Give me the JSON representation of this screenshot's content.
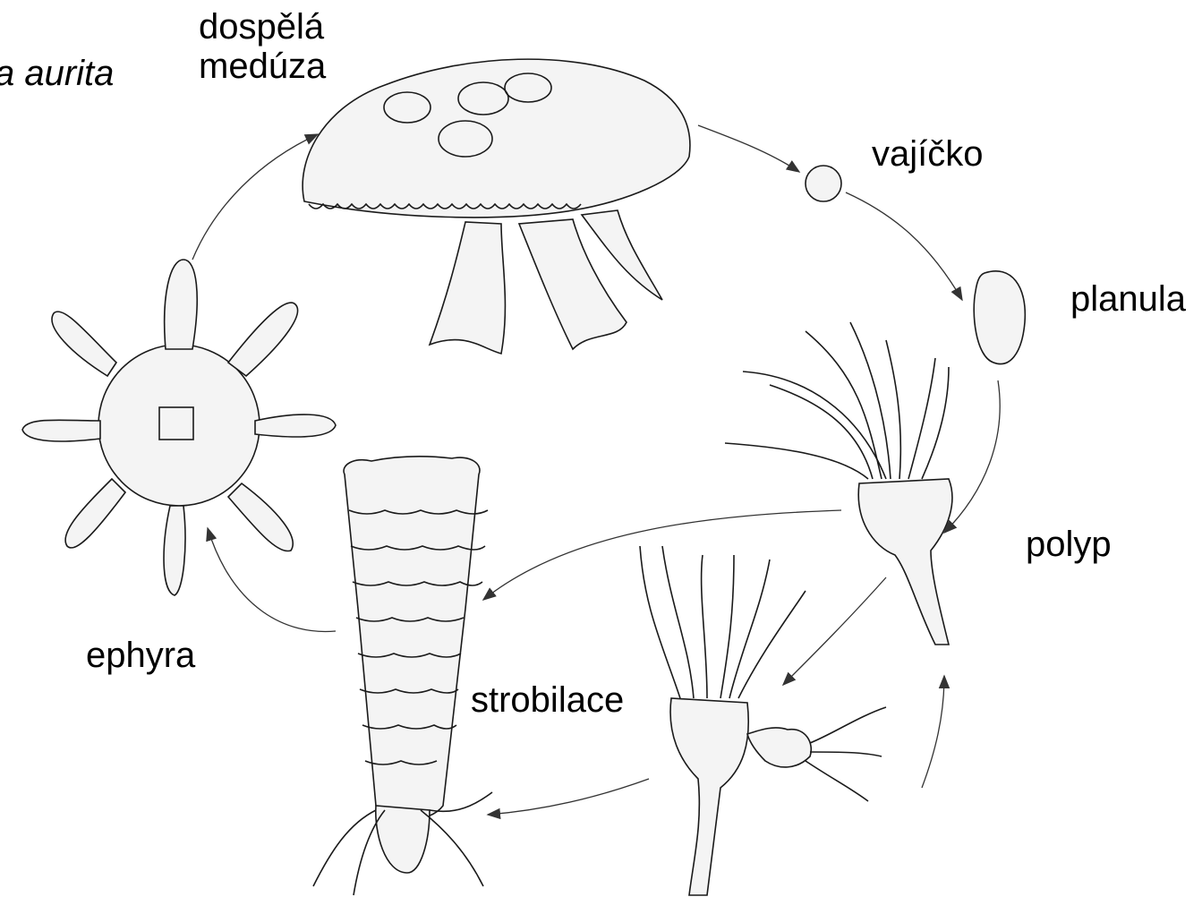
{
  "diagram": {
    "species_label": "a aurita",
    "stages": {
      "adult": "dospělá\nmedúza",
      "egg": "vajíčko",
      "planula": "planula",
      "polyp": "polyp",
      "strobilation": "strobilace",
      "ephyra": "ephyra"
    }
  },
  "colors": {
    "ink": "#1a1a1a",
    "background": "#ffffff"
  }
}
